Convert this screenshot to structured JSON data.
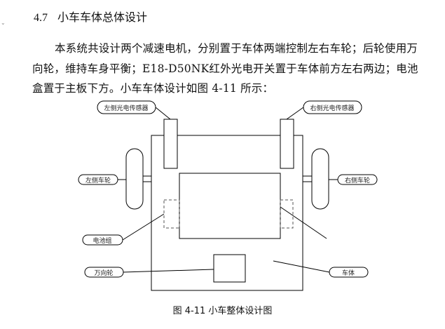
{
  "section": {
    "number": "4.7",
    "title": "小车车体总体设计"
  },
  "paragraph": "本系统共设计两个减速电机，分别置于车体两端控制左右车轮；后轮使用万向轮，维持车身平衡；E18-D50NK红外光电开关置于车体前方左右两边；电池盒置于主板下方。小车车体设计如图 4-11 所示：",
  "diagram": {
    "labels": {
      "left_sensor": "左侧光电传感器",
      "right_sensor": "右侧光电传感器",
      "left_wheel": "左侧车轮",
      "right_wheel": "右侧车轮",
      "battery": "电池组",
      "caster": "万向轮",
      "body": "车体"
    }
  },
  "caption": "图 4-11  小车整体设计图"
}
